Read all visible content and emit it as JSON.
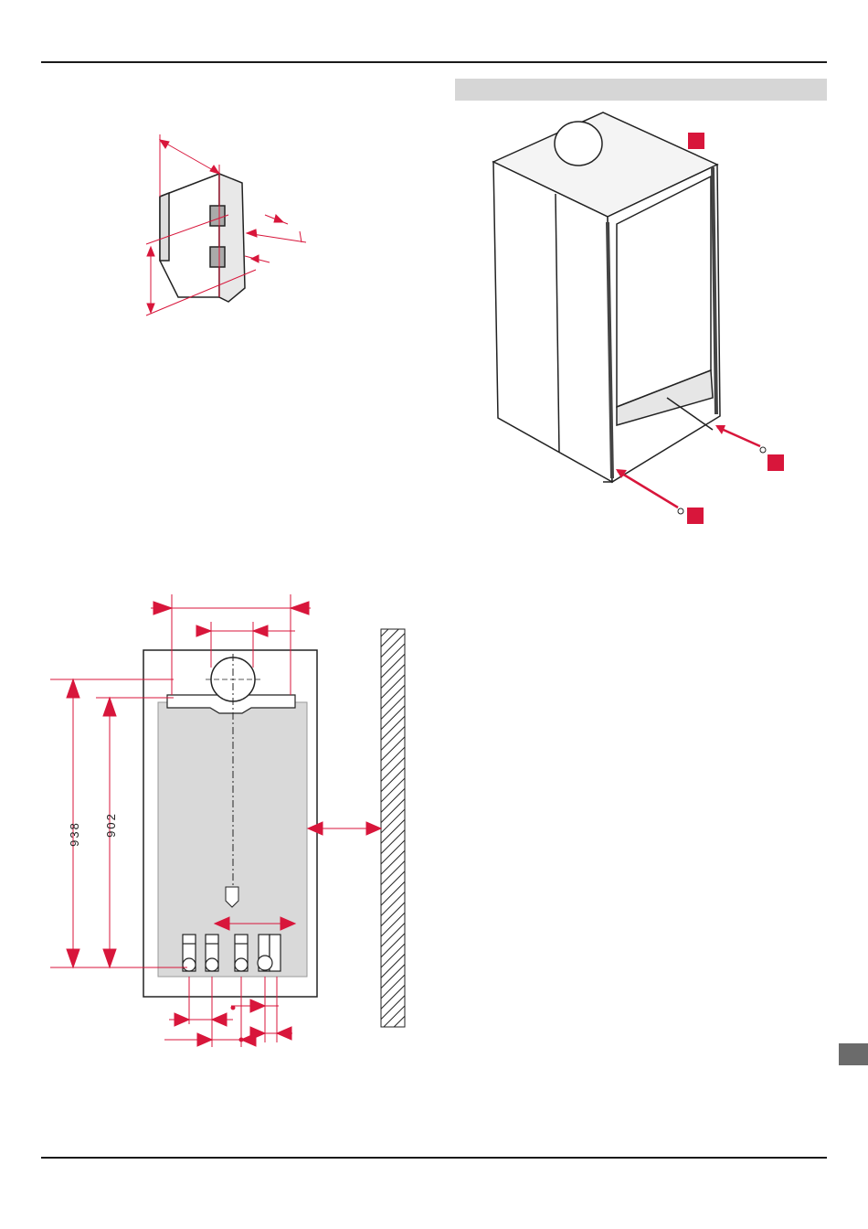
{
  "figures": {
    "bracket": {
      "name": "wall-bracket-figure"
    },
    "boiler": {
      "name": "boiler-perspective-figure"
    },
    "installation": {
      "name": "installation-dimensions-figure",
      "dim_outer": "938",
      "dim_inner": "902"
    }
  },
  "colors": {
    "accent": "#d8163b",
    "line": "#222222",
    "panel": "#d9d9d9",
    "tab": "#6b6b6b",
    "header_bar": "#d6d6d6"
  }
}
